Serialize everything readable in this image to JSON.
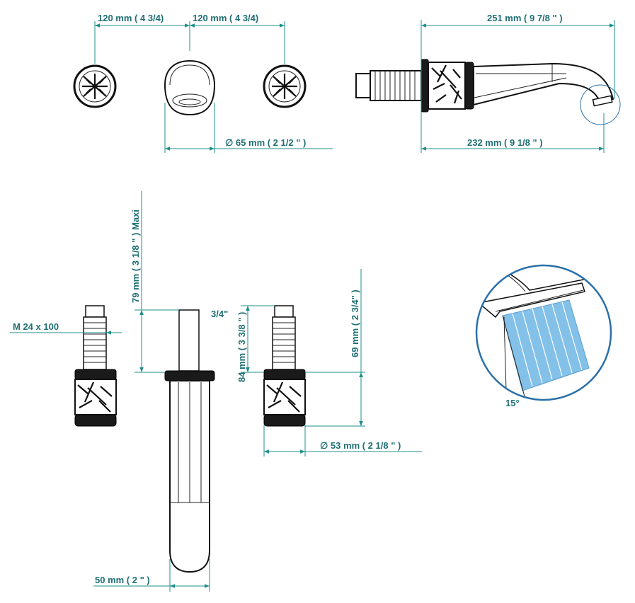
{
  "dimensions": {
    "handle_spacing_left": "120 mm ( 4 3/4)",
    "handle_spacing_right": "120 mm ( 4 3/4)",
    "spout_diameter": "∅  65 mm ( 2 1/2 \" )",
    "spout_length_total": "251 mm ( 9 7/8 \" )",
    "spout_projection": "232 mm ( 9 1/8 \" )",
    "max_adjust": "79 mm ( 3 1/8 \" )  Maxi",
    "thread_size": "M  24  x 100",
    "inlet_size": "3/4\"",
    "handle_body_height": "84 mm ( 3 3/8 \" )",
    "handle_total_height": "69 mm ( 2 3/4\" )",
    "handle_diameter": "∅  53 mm ( 2 1/8 \" )",
    "spout_width": "50 mm ( 2 \" )",
    "spray_angle": "15°"
  },
  "colors": {
    "dimension": "#1d8f8a",
    "dimension_text": "#1f6f74",
    "water": "#6fb7e6",
    "outline": "#111111"
  }
}
